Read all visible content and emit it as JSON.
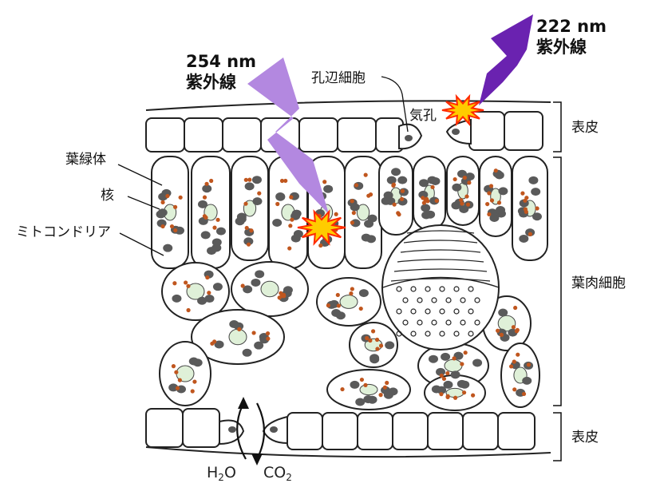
{
  "uv_254": {
    "wavelength": "254 nm",
    "name": "紫外線",
    "color": "#b388e0"
  },
  "uv_222": {
    "wavelength": "222 nm",
    "name": "紫外線",
    "color": "#6a22b0"
  },
  "labels": {
    "guard_cell": "孔辺細胞",
    "stoma": "気孔",
    "epidermis_top": "表皮",
    "epidermis_bottom": "表皮",
    "mesophyll": "葉肉細胞",
    "chloroplast": "葉緑体",
    "nucleus": "核",
    "mitochondria": "ミトコンドリア"
  },
  "gas_exchange": {
    "h2o_main": "H",
    "h2o_sub": "2",
    "h2o_end": "O",
    "co2_main": "CO",
    "co2_sub": "2"
  },
  "colors": {
    "chloroplast": "#5a5a5a",
    "mitochondria": "#c0561e",
    "nucleus": "#dff0d8",
    "burst": "#ffcc00",
    "burst_edge": "#ff2a00"
  }
}
